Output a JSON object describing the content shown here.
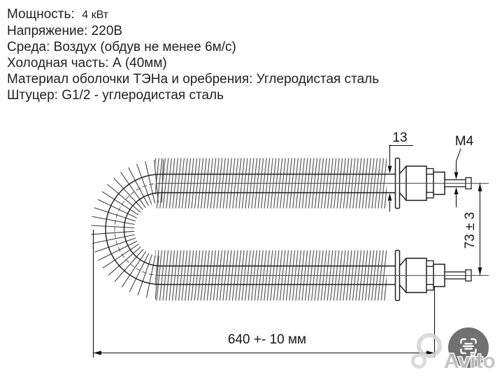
{
  "specs": {
    "lines": [
      {
        "label": "Мощность:",
        "value": "4 кВт"
      },
      {
        "label": "Напряжение: 220В"
      },
      {
        "label": "Среда: Воздух (обдув не менее 6м/с)"
      },
      {
        "label": "Холодная часть: А (40мм)"
      },
      {
        "label": "Материал оболочки ТЭНа и оребрения: Углеродистая сталь"
      },
      {
        "label": "Штуцер: G1/2 - углеродистая сталь"
      }
    ]
  },
  "drawing": {
    "dimensions": {
      "tube_diameter": "13",
      "thread": "M4",
      "terminal_spacing": "73 ± 3",
      "overall_length": "640 +- 10 мм"
    }
  },
  "watermark": {
    "text": "Avito"
  },
  "scan_button": {
    "icon": "scan-text-icon"
  },
  "colors": {
    "line": "#1c1c1c",
    "fin": "#3a3a3a",
    "watermark": "#bfbfbf",
    "button_bg": "#4d4d4d"
  }
}
